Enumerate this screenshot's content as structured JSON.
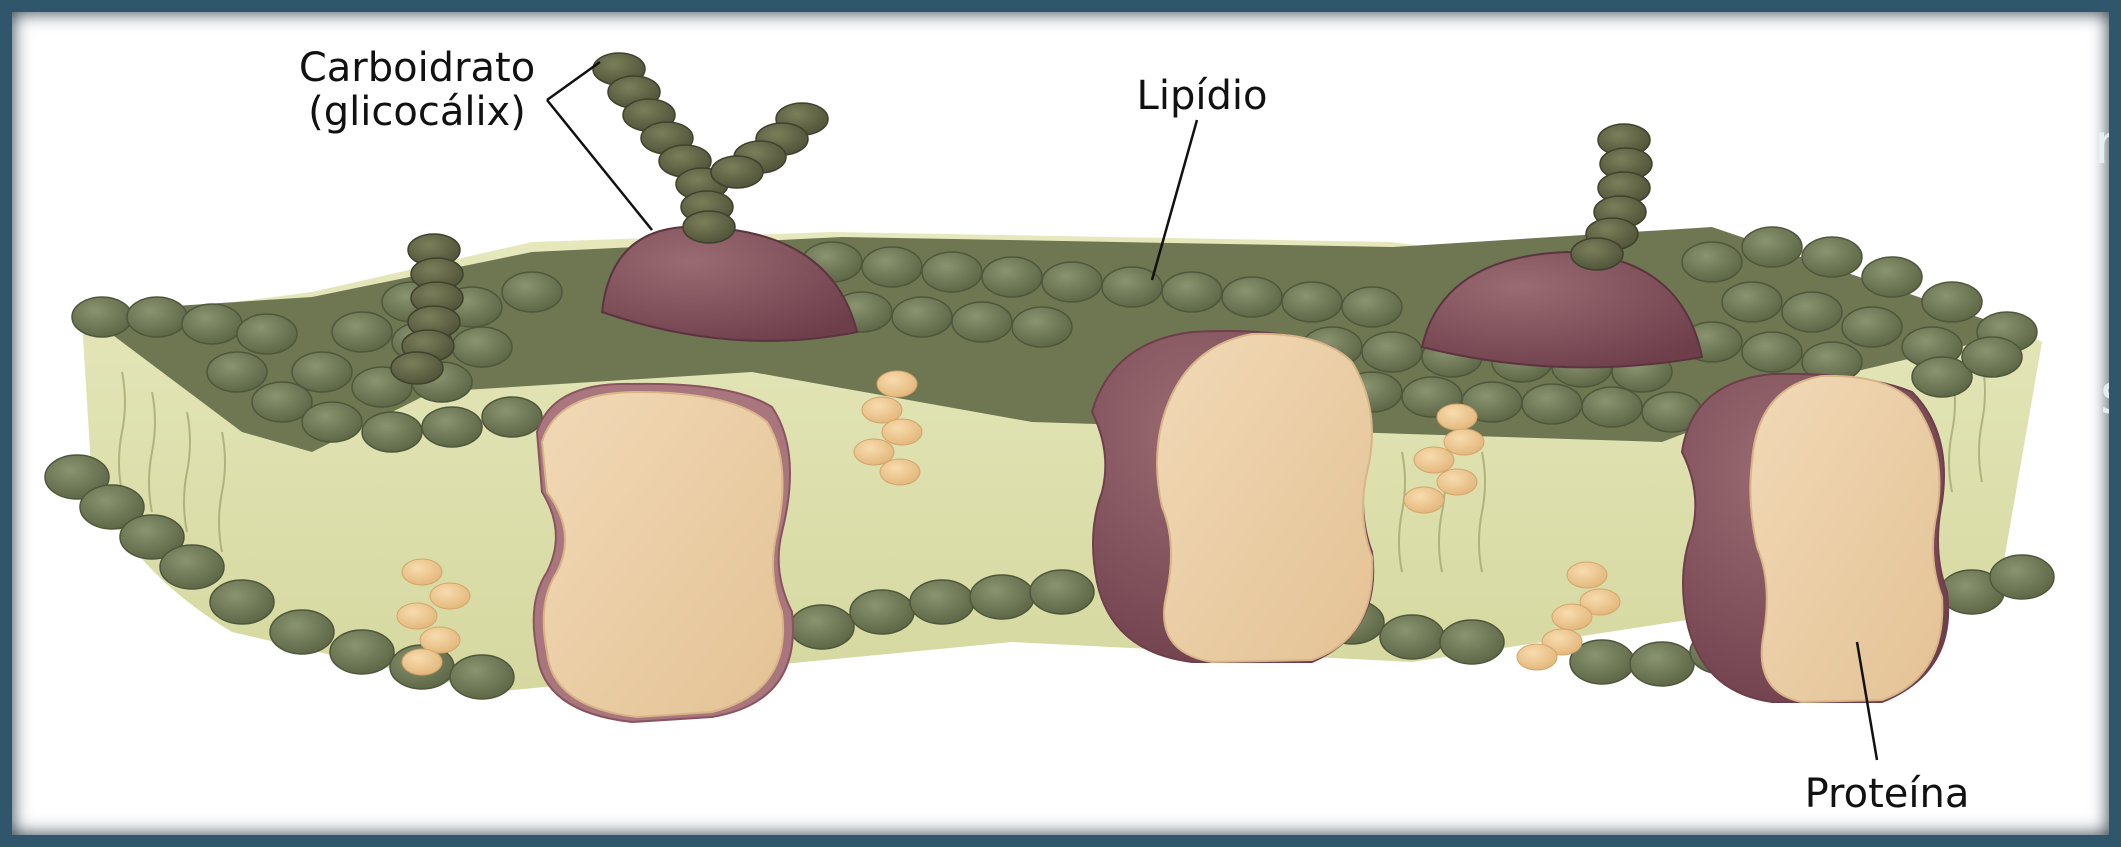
{
  "labels": {
    "carbohydrate_line1": "Carboidrato",
    "carbohydrate_line2": "(glicocálix)",
    "lipid": "Lipídio",
    "protein": "Proteína"
  },
  "edge_fragments": {
    "top": "n",
    "bottom": "s"
  },
  "colors": {
    "frame": "#2f566b",
    "lipid_head": "#6f7a56",
    "tail_region": "#dfe2b3",
    "protein_face": "#eccfa9",
    "protein_side": "#8f5a64",
    "carb_chain": "#5f6545",
    "cholesterol": "#efc894"
  }
}
